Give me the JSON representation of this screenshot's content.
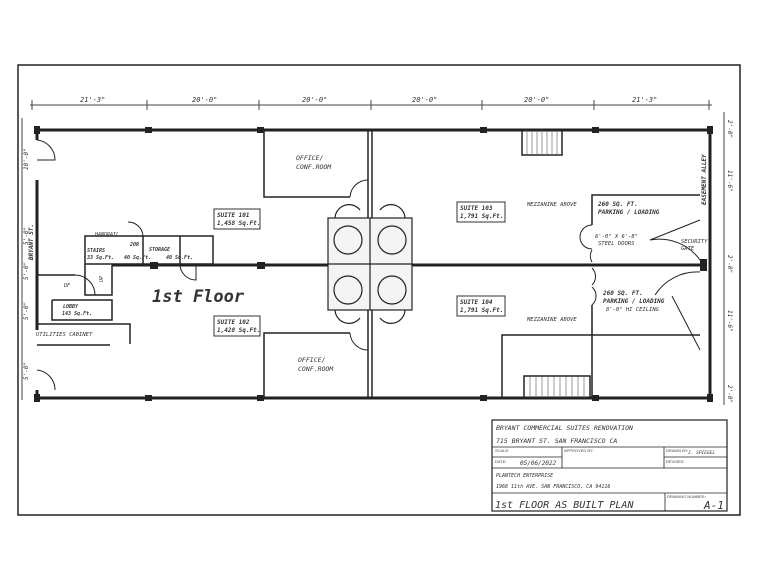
{
  "dimensions": {
    "top": [
      "21'-3\"",
      "20'-0\"",
      "20'-0\"",
      "20'-0\"",
      "20'-0\"",
      "21'-3\""
    ],
    "right": [
      "2'-0\"",
      "11'-6\"",
      "2'-0\"",
      "11'-6\"",
      "2'-0\""
    ],
    "left": [
      "10'-0\"",
      "5'-0\"",
      "5'-0\"",
      "5'-0\"",
      "5'-0\""
    ]
  },
  "labels": {
    "floor_title": "1st Floor",
    "street": "BRYANT ST.",
    "alley": "EASEMENT ALLEY",
    "suite101": {
      "name": "SUITE 101",
      "area": "1,458 Sq.Ft."
    },
    "suite102": {
      "name": "SUITE 102",
      "area": "1,428 Sq.Ft."
    },
    "suite103": {
      "name": "SUITE 103",
      "area": "1,791 Sq.Ft."
    },
    "suite104": {
      "name": "SUITE 104",
      "area": "1,791 Sq.Ft."
    },
    "office_top": [
      "OFFICE/",
      "CONF.ROOM"
    ],
    "office_bottom": [
      "OFFICE/",
      "CONF.ROOM"
    ],
    "mezzanine": "MEZZANINE ABOVE",
    "parking_top": [
      "260 SQ. FT.",
      "PARKING / LOADING"
    ],
    "parking_bottom": [
      "260 SQ. FT.",
      "PARKING / LOADING",
      "8'-0\" HI CEILING"
    ],
    "steel_doors": [
      "6'-0\" X 6'-8\"",
      "STEEL DOORS"
    ],
    "security_gate": [
      "SECURITY",
      "GATE"
    ],
    "handrail": "HANDRAIL",
    "stairs": [
      "STAIRS",
      "33 Sq.Ft."
    ],
    "storage1": [
      "STORAGE",
      "40 Sq.Ft."
    ],
    "storage2": "40 Sq.Ft.",
    "up": "UP",
    "twenty_r": "20R",
    "df": "DF",
    "lobby": [
      "LOBBY",
      "143 Sq.Ft."
    ],
    "utilities": "UTILITIES CABINET"
  },
  "title_block": {
    "project": "BRYANT COMMERCIAL SUITES RENOVATION",
    "address": "715 BRYANT ST. SAN FRANCISCO CA",
    "scale_label": "SCALE:",
    "approved_label": "APPROVED BY:",
    "drawn_label": "DRAWN BY:",
    "drawn_by": "J. SPIEGEL",
    "date_label": "DATE:",
    "date": "05/06/2022",
    "revised_label": "REVISED:",
    "firm": "PLANTECH ENTERPRISE",
    "firm_address": "1968 11th AVE. SAN FRANCISCO, CA 94116",
    "sheet_title": "1st FLOOR AS BUILT PLAN",
    "drawing_number_label": "DRAWING NUMBER:",
    "drawing_number": "A-1"
  }
}
